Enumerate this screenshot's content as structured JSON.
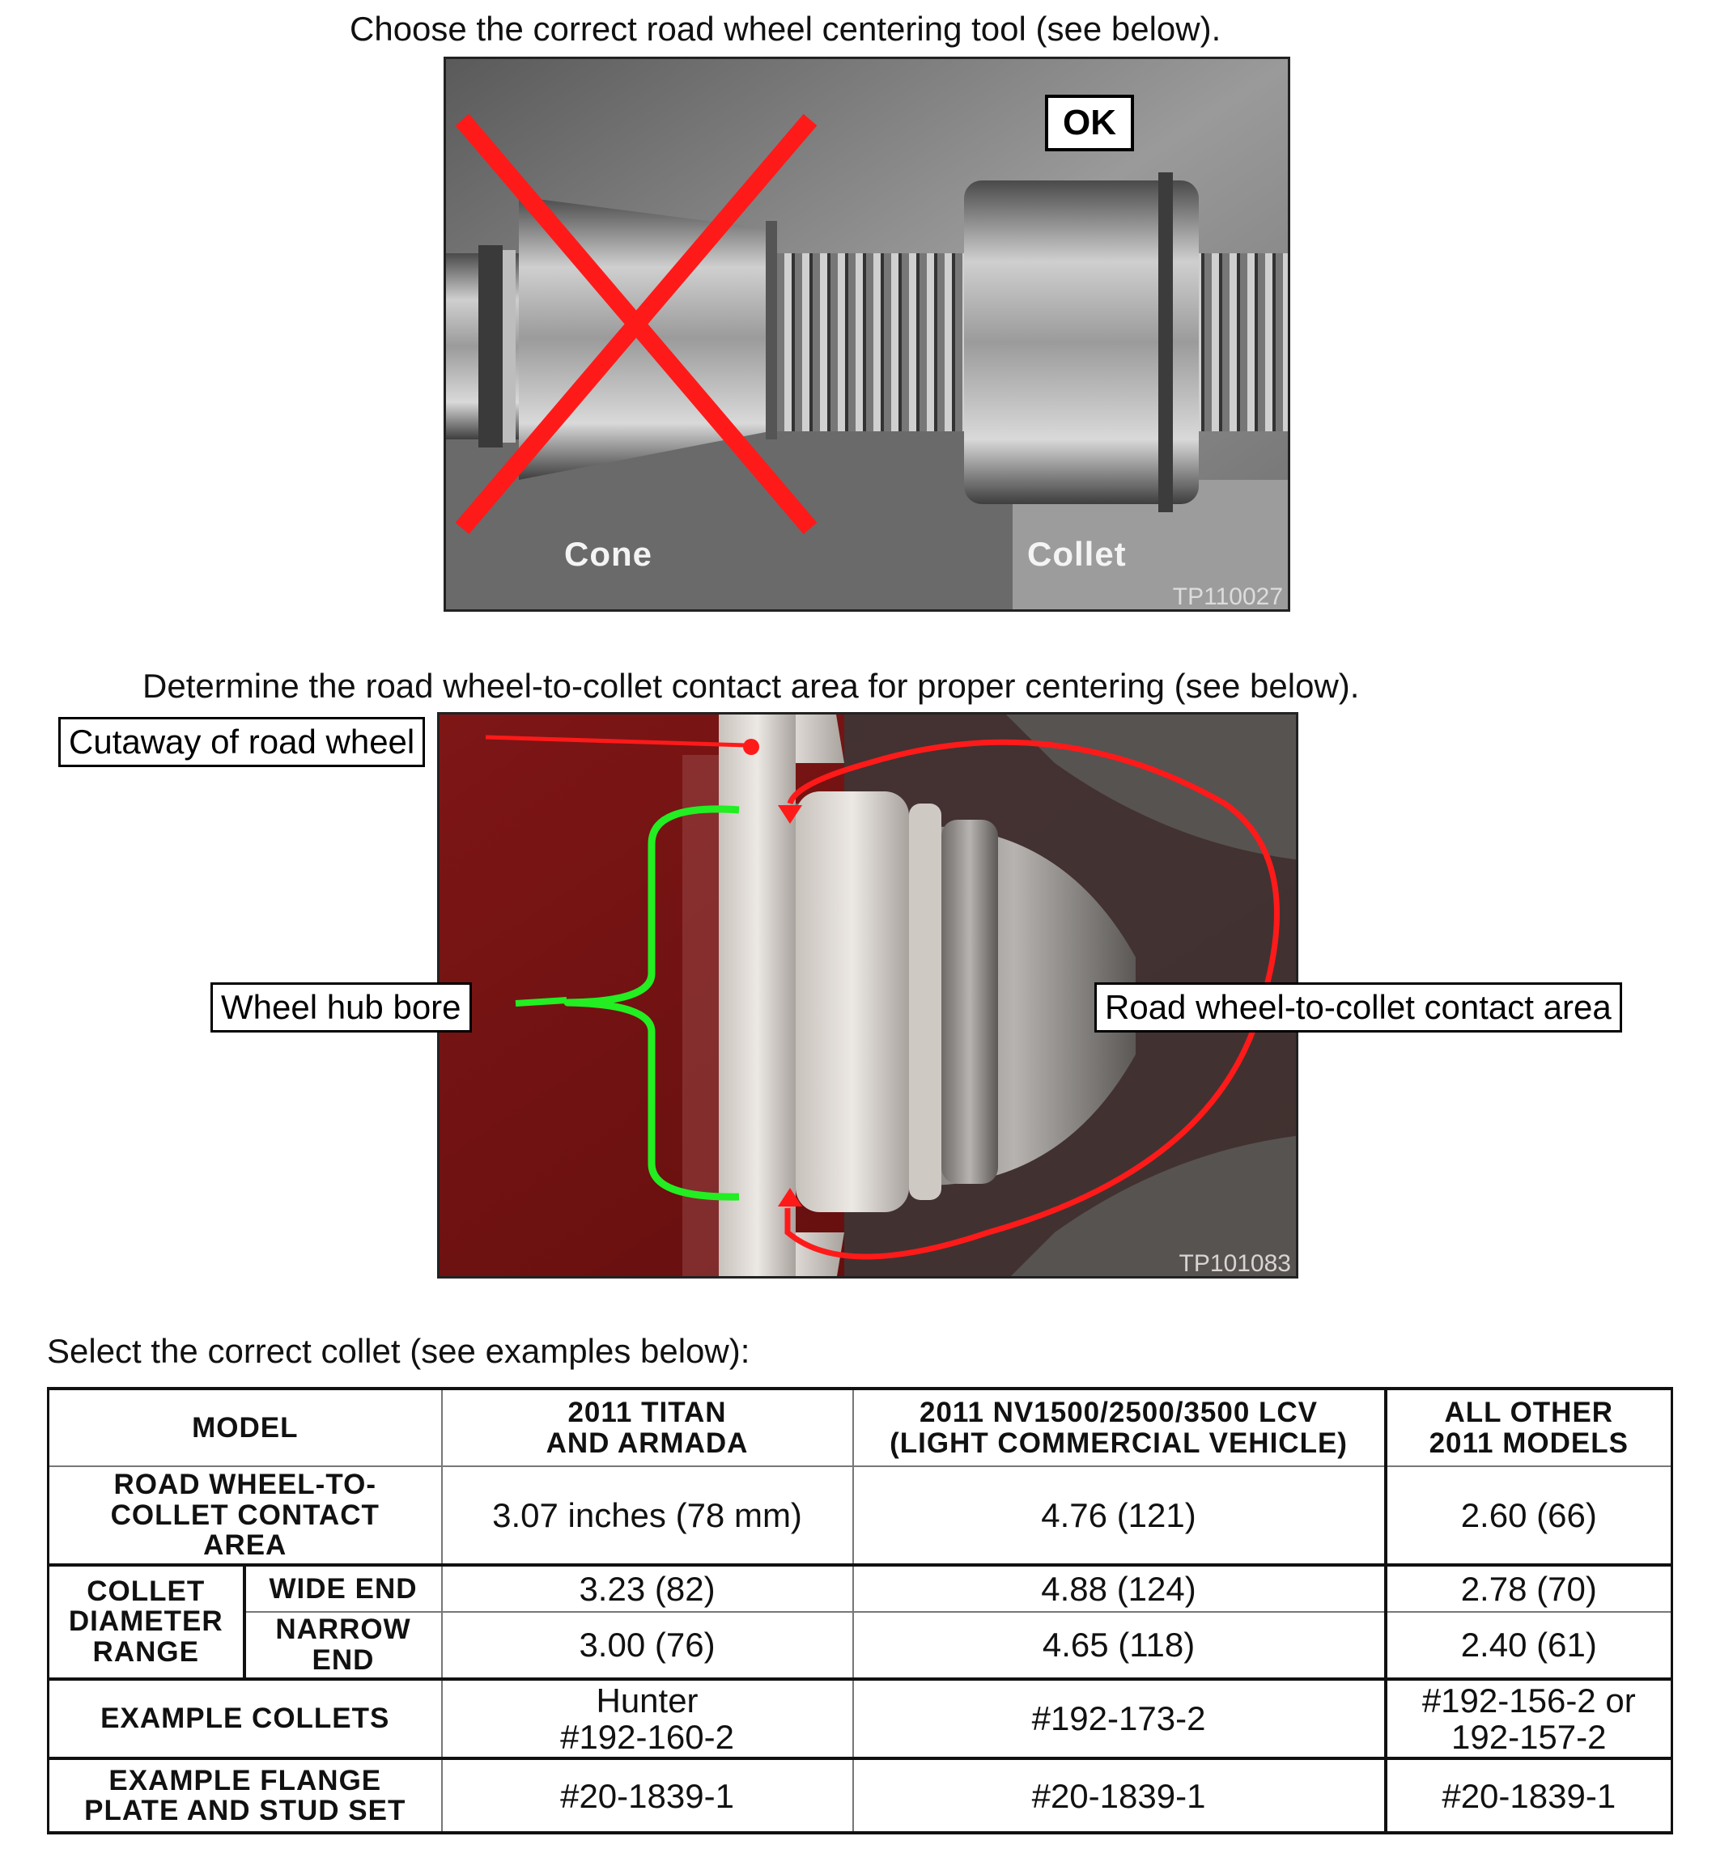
{
  "section1": {
    "caption": "Choose the correct road wheel centering tool (see below).",
    "photo_code": "TP110027",
    "ok_label": "OK",
    "cone_label": "Cone",
    "collet_label": "Collet"
  },
  "section2": {
    "caption": "Determine the road wheel-to-collet contact area for proper centering (see below).",
    "photo_code": "TP101083",
    "callout_cutaway": "Cutaway of road wheel",
    "callout_hub_bore": "Wheel hub bore",
    "callout_contact": "Road wheel-to-collet contact area"
  },
  "section3": {
    "caption": "Select the correct collet (see examples below):"
  },
  "table": {
    "header": {
      "model": "MODEL",
      "col1_line1": "2011 TITAN",
      "col1_line2": "AND ARMADA",
      "col2_line1": "2011 NV1500/2500/3500 LCV",
      "col2_line2": "(LIGHT COMMERCIAL VEHICLE)",
      "col3_line1": "ALL OTHER",
      "col3_line2": "2011 MODELS"
    },
    "contact_area": {
      "label_line1": "ROAD WHEEL-TO-",
      "label_line2": "COLLET CONTACT",
      "label_line3": "AREA",
      "values": [
        "3.07 inches (78 mm)",
        "4.76 (121)",
        "2.60 (66)"
      ]
    },
    "collet_range": {
      "label_line1": "COLLET",
      "label_line2": "DIAMETER",
      "label_line3": "RANGE",
      "wide_label": "WIDE END",
      "wide_values": [
        "3.23 (82)",
        "4.88 (124)",
        "2.78 (70)"
      ],
      "narrow_label_line1": "NARROW",
      "narrow_label_line2": "END",
      "narrow_values": [
        "3.00 (76)",
        "4.65 (118)",
        "2.40 (61)"
      ]
    },
    "example_collets": {
      "label": "EXAMPLE COLLETS",
      "col1_line1": "Hunter",
      "col1_line2": "#192-160-2",
      "col2": "#192-173-2",
      "col3_line1": "#192-156-2 or",
      "col3_line2": "192-157-2"
    },
    "flange": {
      "label_line1": "EXAMPLE FLANGE",
      "label_line2": "PLATE AND STUD SET",
      "values": [
        "#20-1839-1",
        "#20-1839-1",
        "#20-1839-1"
      ]
    }
  },
  "colors": {
    "red_mark": "#ff1a1a",
    "green_bracket": "#22ee22",
    "maroon_bg": "#7a1414"
  }
}
